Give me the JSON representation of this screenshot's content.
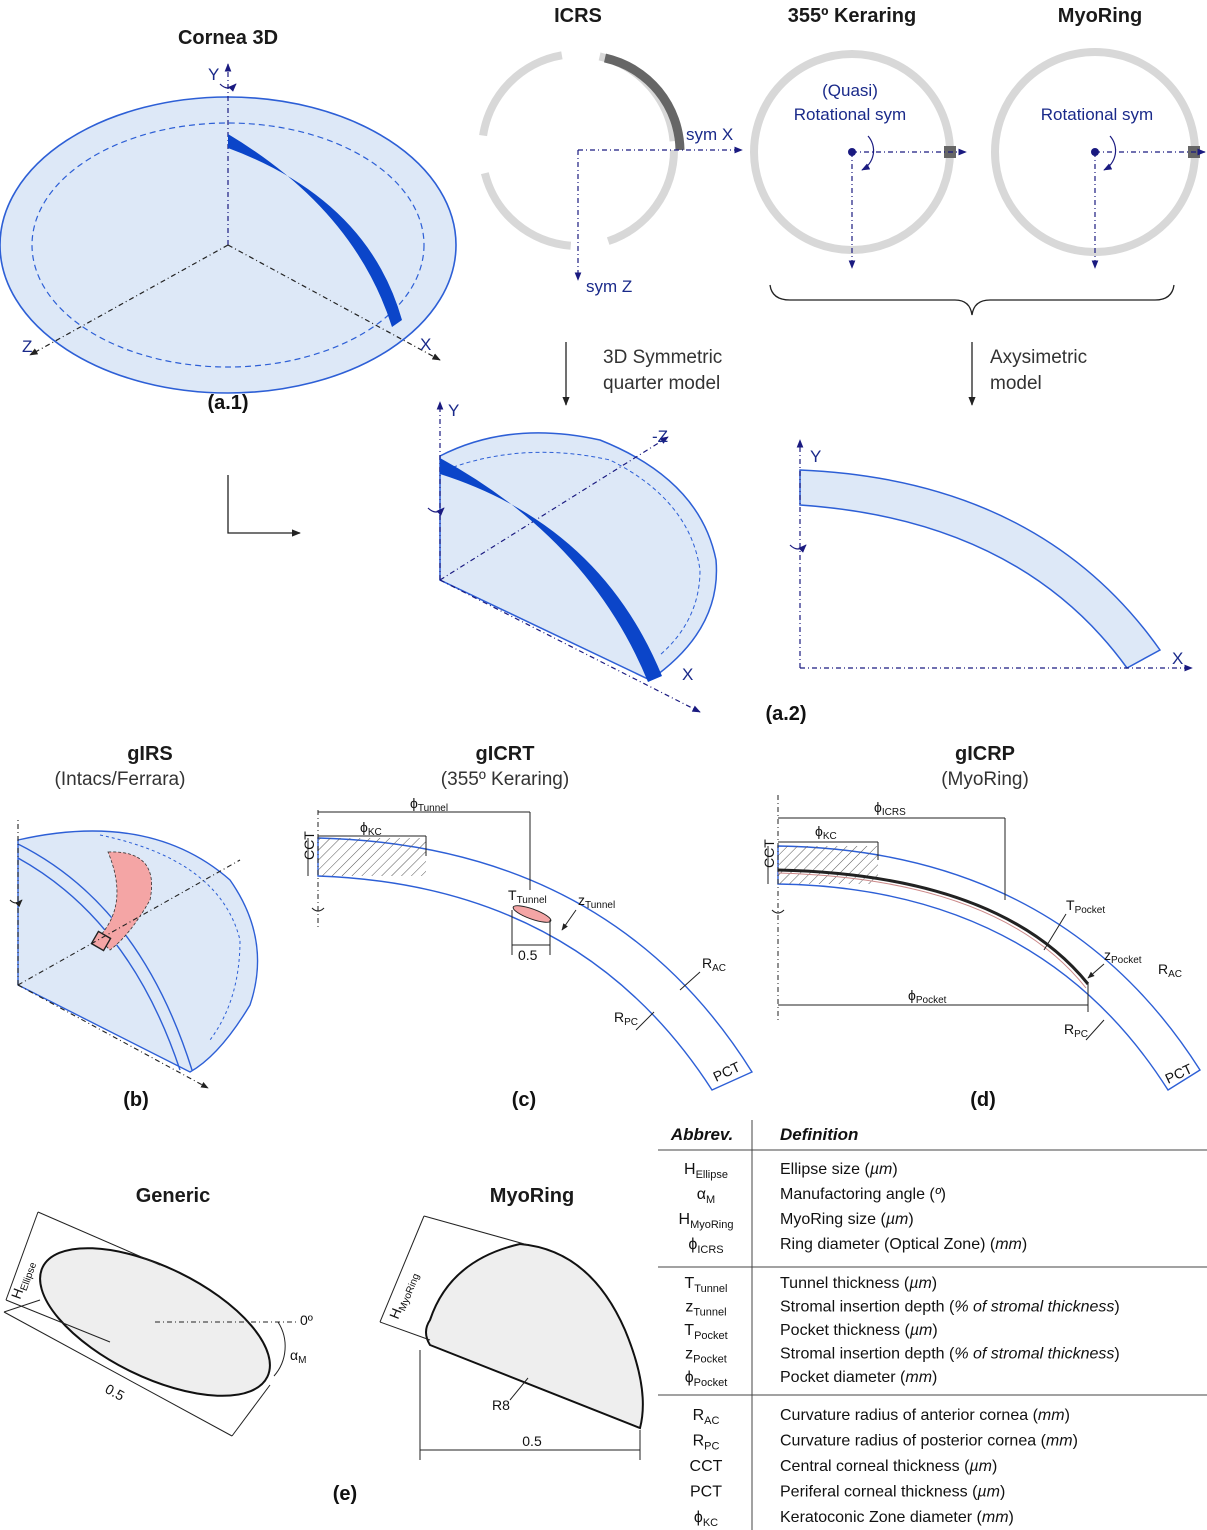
{
  "panel_a1": {
    "title": "Cornea 3D",
    "axis_y": "Y",
    "axis_z": "Z",
    "axis_x": "X",
    "label": "(a.1)"
  },
  "panel_a2": {
    "icrs": {
      "title": "ICRS",
      "sym_x": "sym X",
      "sym_z": "sym Z"
    },
    "keraring": {
      "title": "355º Keraring",
      "note1": "(Quasi)",
      "note2": "Rotational sym"
    },
    "myoring": {
      "title": "MyoRing",
      "note": "Rotational sym"
    },
    "arrow_left": {
      "line1": "3D Symmetric",
      "line2": "quarter model"
    },
    "arrow_right": {
      "line1": "Axysimetric",
      "line2": "model"
    },
    "quarter": {
      "axis_y": "Y",
      "axis_z": "-Z",
      "axis_x": "X"
    },
    "axisym": {
      "axis_y": "Y",
      "axis_x": "X"
    },
    "label": "(a.2)"
  },
  "panel_b": {
    "title": "gIRS",
    "subtitle": "(Intacs/Ferrara)",
    "label": "(b)"
  },
  "panel_c": {
    "title": "gICRT",
    "subtitle": "(355º Keraring)",
    "label": "(c)",
    "phi": "ϕ",
    "kc": "KC",
    "tunnel": "Tunnel",
    "cct": "CCT",
    "t": "T",
    "z": "z",
    "half": "0.5",
    "r": "R",
    "ac": "AC",
    "pc": "PC",
    "pct": "PCT"
  },
  "panel_d": {
    "title": "gICRP",
    "subtitle": "(MyoRing)",
    "label": "(d)",
    "phi": "ϕ",
    "icrs": "ICRS",
    "kc": "KC",
    "pocket": "Pocket",
    "cct": "CCT",
    "t": "T",
    "z": "z",
    "r": "R",
    "ac": "AC",
    "pc": "PC",
    "pct": "PCT"
  },
  "panel_e": {
    "generic": {
      "title": "Generic",
      "h": "H",
      "h_sub": "Ellipse",
      "zero": "0º",
      "alpha": "α",
      "alpha_sub": "M",
      "half": "0.5"
    },
    "myoring": {
      "title": "MyoRing",
      "h": "H",
      "h_sub": "MyoRing",
      "r8": "R8",
      "half": "0.5"
    },
    "label": "(e)"
  },
  "table": {
    "headers": [
      "Abbrev.",
      "Definition"
    ],
    "groups": [
      [
        {
          "sym": "H",
          "sub": "Ellipse",
          "def": "Ellipse size (",
          "unit": "µm",
          "tail": ")"
        },
        {
          "sym": "α",
          "sub": "M",
          "def": "Manufactoring angle (",
          "unit": "º",
          "tail": ")"
        },
        {
          "sym": "H",
          "sub": "MyoRing",
          "def": "MyoRing size (",
          "unit": "µm",
          "tail": ")"
        },
        {
          "sym": "ϕ",
          "sub": "ICRS",
          "def": "Ring diameter (Optical Zone) (",
          "unit": "mm",
          "tail": ")"
        }
      ],
      [
        {
          "sym": "T",
          "sub": "Tunnel",
          "def": "Tunnel thickness (",
          "unit": "µm",
          "tail": ")"
        },
        {
          "sym": "z",
          "sub": "Tunnel",
          "def": "Stromal insertion depth (",
          "unit": "% of stromal thickness",
          "tail": ")"
        },
        {
          "sym": "T",
          "sub": "Pocket",
          "def": "Pocket thickness (",
          "unit": "µm",
          "tail": ")"
        },
        {
          "sym": "z",
          "sub": "Pocket",
          "def": "Stromal insertion depth (",
          "unit": "% of stromal thickness",
          "tail": ")"
        },
        {
          "sym": "ϕ",
          "sub": "Pocket",
          "def": "Pocket diameter (",
          "unit": "mm",
          "tail": ")"
        }
      ],
      [
        {
          "sym": "R",
          "sub": "AC",
          "def": "Curvature radius of anterior cornea (",
          "unit": "mm",
          "tail": ")"
        },
        {
          "sym": "R",
          "sub": "PC",
          "def": "Curvature radius of posterior cornea (",
          "unit": "mm",
          "tail": ")"
        },
        {
          "sym": "CCT",
          "sub": "",
          "def": "Central corneal thickness (",
          "unit": "µm",
          "tail": ")"
        },
        {
          "sym": "PCT",
          "sub": "",
          "def": "Periferal corneal thickness (",
          "unit": "µm",
          "tail": ")"
        },
        {
          "sym": "ϕ",
          "sub": "KC",
          "def": "Keratoconic Zone diameter (",
          "unit": "mm",
          "tail": ")"
        }
      ]
    ]
  },
  "colors": {
    "cornea_fill": "#dde8f7",
    "cornea_line": "#2d5fd6",
    "ring_blue": "#0b45c9",
    "ring_red": "#f4a5a5",
    "axis_navy": "#1a1a80",
    "ring_gray": "#d8d8d8"
  }
}
